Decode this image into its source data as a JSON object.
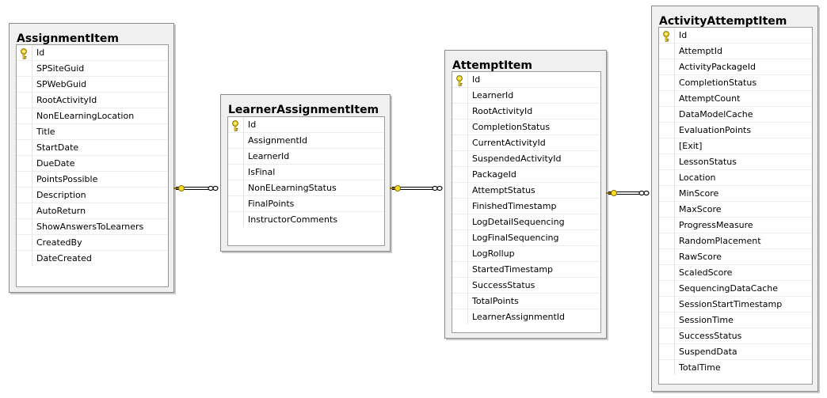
{
  "diagram": {
    "tables": [
      {
        "title": "AssignmentItem",
        "columns": [
          "Id",
          "SPSiteGuid",
          "SPWebGuid",
          "RootActivityId",
          "NonELearningLocation",
          "Title",
          "StartDate",
          "DueDate",
          "PointsPossible",
          "Description",
          "AutoReturn",
          "ShowAnswersToLearners",
          "CreatedBy",
          "DateCreated"
        ],
        "primary_key": "Id"
      },
      {
        "title": "LearnerAssignmentItem",
        "columns": [
          "Id",
          "AssignmentId",
          "LearnerId",
          "IsFinal",
          "NonELearningStatus",
          "FinalPoints",
          "InstructorComments"
        ],
        "primary_key": "Id"
      },
      {
        "title": "AttemptItem",
        "columns": [
          "Id",
          "LearnerId",
          "RootActivityId",
          "CompletionStatus",
          "CurrentActivityId",
          "SuspendedActivityId",
          "PackageId",
          "AttemptStatus",
          "FinishedTimestamp",
          "LogDetailSequencing",
          "LogFinalSequencing",
          "LogRollup",
          "StartedTimestamp",
          "SuccessStatus",
          "TotalPoints",
          "LearnerAssignmentId"
        ],
        "primary_key": "Id"
      },
      {
        "title": "ActivityAttemptItem",
        "columns": [
          "Id",
          "AttemptId",
          "ActivityPackageId",
          "CompletionStatus",
          "AttemptCount",
          "DataModelCache",
          "EvaluationPoints",
          "[Exit]",
          "LessonStatus",
          "Location",
          "MinScore",
          "MaxScore",
          "ProgressMeasure",
          "RandomPlacement",
          "RawScore",
          "ScaledScore",
          "SequencingDataCache",
          "SessionStartTimestamp",
          "SessionTime",
          "SuccessStatus",
          "SuspendData",
          "TotalTime"
        ],
        "primary_key": "Id"
      }
    ],
    "relationships": [
      {
        "from": "AssignmentItem",
        "to": "LearnerAssignmentItem",
        "one_end": "key",
        "many_end": "infinity"
      },
      {
        "from": "LearnerAssignmentItem",
        "to": "AttemptItem",
        "one_end": "key",
        "many_end": "infinity"
      },
      {
        "from": "AttemptItem",
        "to": "ActivityAttemptItem",
        "one_end": "key",
        "many_end": "infinity"
      }
    ],
    "colors": {
      "key_fill": "#f5dc2a",
      "key_stroke": "#8a6d00",
      "connector": "#000000"
    }
  }
}
